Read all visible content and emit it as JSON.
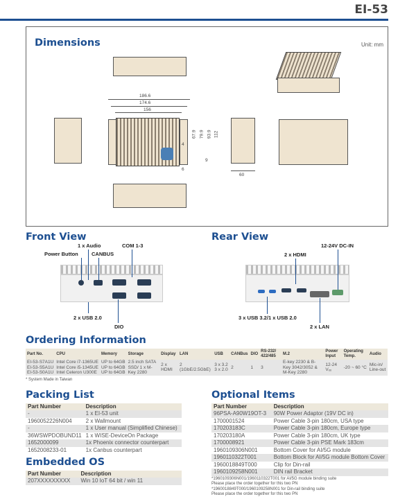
{
  "header": {
    "model": "EI-53"
  },
  "dimensions": {
    "title": "Dimensions",
    "unit": "Unit: mm",
    "widths": [
      "186.6",
      "174.6",
      "156"
    ],
    "heights": [
      "67.9",
      "79.9",
      "93.9",
      "112"
    ],
    "small": [
      "4",
      "9",
      "6"
    ],
    "depth": "60"
  },
  "front_view": {
    "title": "Front View",
    "labels": {
      "audio": "1 x Audio",
      "power": "Power Button",
      "canbus": "CANBUS",
      "com": "COM 1-3",
      "usb": "2 x USB 2.0",
      "dio": "DIO"
    }
  },
  "rear_view": {
    "title": "Rear View",
    "labels": {
      "hdmi": "2 x HDMI",
      "dcin": "12-24V DC-IN",
      "usb": "3 x USB 3.2/1 x USB 2.0",
      "lan": "2 x LAN"
    }
  },
  "ordering": {
    "title": "Ordering Information",
    "headers": [
      "Part No.",
      "CPU",
      "Memory",
      "Storage",
      "Display",
      "LAN",
      "USB",
      "CANBus",
      "DIO",
      "RS-232/ 422/485",
      "M.2",
      "Power Input",
      "Operating Temp.",
      "Audio"
    ],
    "rows": [
      {
        "part": "EI-53-S7A1U",
        "cpu": "Intel Core i7-1365UE",
        "mem": "UP to 64GB"
      },
      {
        "part": "EI-53-S5A1U",
        "cpu": "Intel Core i5-1345UE",
        "mem": "UP to 64GB"
      },
      {
        "part": "EI-53-S0A1U",
        "cpu": "Intel Celeron U300E",
        "mem": "UP to 64GB"
      }
    ],
    "shared": {
      "storage": "2.5 inch SATA SSD/ 1 x M-Key 2280",
      "display": "2 x HDMI",
      "lan": "2 (1GbE/2.5GbE)",
      "usb": "3 x 3.2 3 x 2.0",
      "canbus": "2",
      "dio": "1",
      "rs": "3",
      "m2": "E-key 2230 & B-Key 3042/3052 & M-Key 2280",
      "power": "12-24 Vₓₓ",
      "temp": "-20 ~ 60 °C",
      "audio": "Mic-in/ Line-out"
    },
    "footnote": "* System Made in Taiwan"
  },
  "packing": {
    "title": "Packing List",
    "headers": [
      "Part Number",
      "Description"
    ],
    "rows": [
      [
        "-",
        "1 x EI-53 unit"
      ],
      [
        "1960052226N004",
        "2 x Wallmount"
      ],
      [
        "-",
        "1 x User manual (Simplified Chinese)"
      ],
      [
        "36WSWPDOBUND11",
        "1 x WISE-DeviceOn Package"
      ],
      [
        "1652000099",
        "1x Phoenix connector counterpart"
      ],
      [
        "1652008233-01",
        "1x Canbus counterpart"
      ]
    ]
  },
  "os": {
    "title": "Embedded OS",
    "headers": [
      "Part Number",
      "Description"
    ],
    "rows": [
      [
        "207XXXXXXXXX",
        "Win 10 IoT 64 bit / win 11"
      ]
    ]
  },
  "optional": {
    "title": "Optional Items",
    "headers": [
      "Part Number",
      "Description"
    ],
    "rows": [
      [
        "96PSA-A90W19OT-3",
        "90W Power Adaptor (19V DC in)"
      ],
      [
        "1700001524",
        "Power Cable 3-pin 180cm, USA type"
      ],
      [
        "170203183C",
        "Power Cable 3-pin 180cm, Europe type"
      ],
      [
        "170203180A",
        "Power Cable 3-pin 180cm, UK type"
      ],
      [
        "1700008921",
        "Power Cable 3-pin PSE Mark 183cm"
      ],
      [
        "1960109306N001",
        "Bottom Cover for AI/5G module"
      ],
      [
        "1960110322T001",
        "Bottom Block for AI/5G module Bottom Cover"
      ],
      [
        "1960018849T000",
        "Clip for Din-rail"
      ],
      [
        "1960109258N001",
        "DIN rail Bracket"
      ]
    ],
    "notes": [
      "*1960109306N001/1960110322T001 for AI/5G module binding suite",
      "Please place the order together for this two PN",
      "*1960018849T000/1960109258N001 for Din-rail binding suite",
      "Please place the order together for this two PN"
    ]
  }
}
